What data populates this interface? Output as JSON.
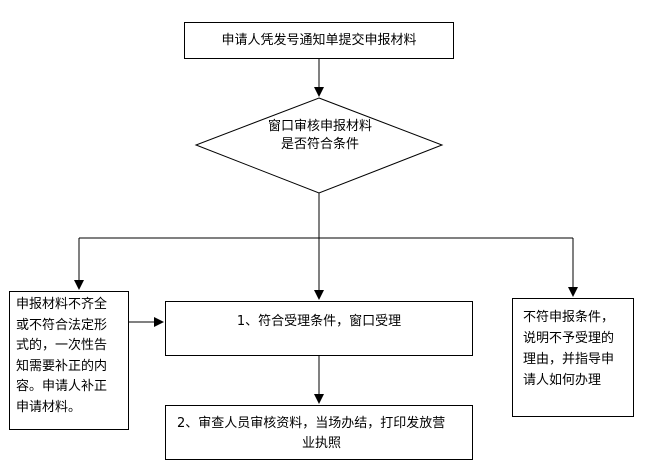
{
  "flowchart": {
    "start_step": "申请人凭发号通知单提交申报材料",
    "decision": {
      "line1": "窗口审核申报材料",
      "line2": "是否符合条件"
    },
    "incomplete_box": {
      "lines": [
        "申报材料不齐全",
        "或不符合法定形",
        "式的，一次性告",
        "知需要补正的内",
        "容。申请人补正",
        "申请材料。"
      ]
    },
    "accept_step": "1、符合受理条件，窗口受理",
    "reject_box": {
      "lines": [
        "不符申报条件，",
        "说明不予受理的",
        "理由，并指导申",
        "请人如何办理"
      ]
    },
    "review_step": {
      "line1": "2、审查人员审核资料，当场办结，打印发放营",
      "line2": "业执照"
    }
  }
}
